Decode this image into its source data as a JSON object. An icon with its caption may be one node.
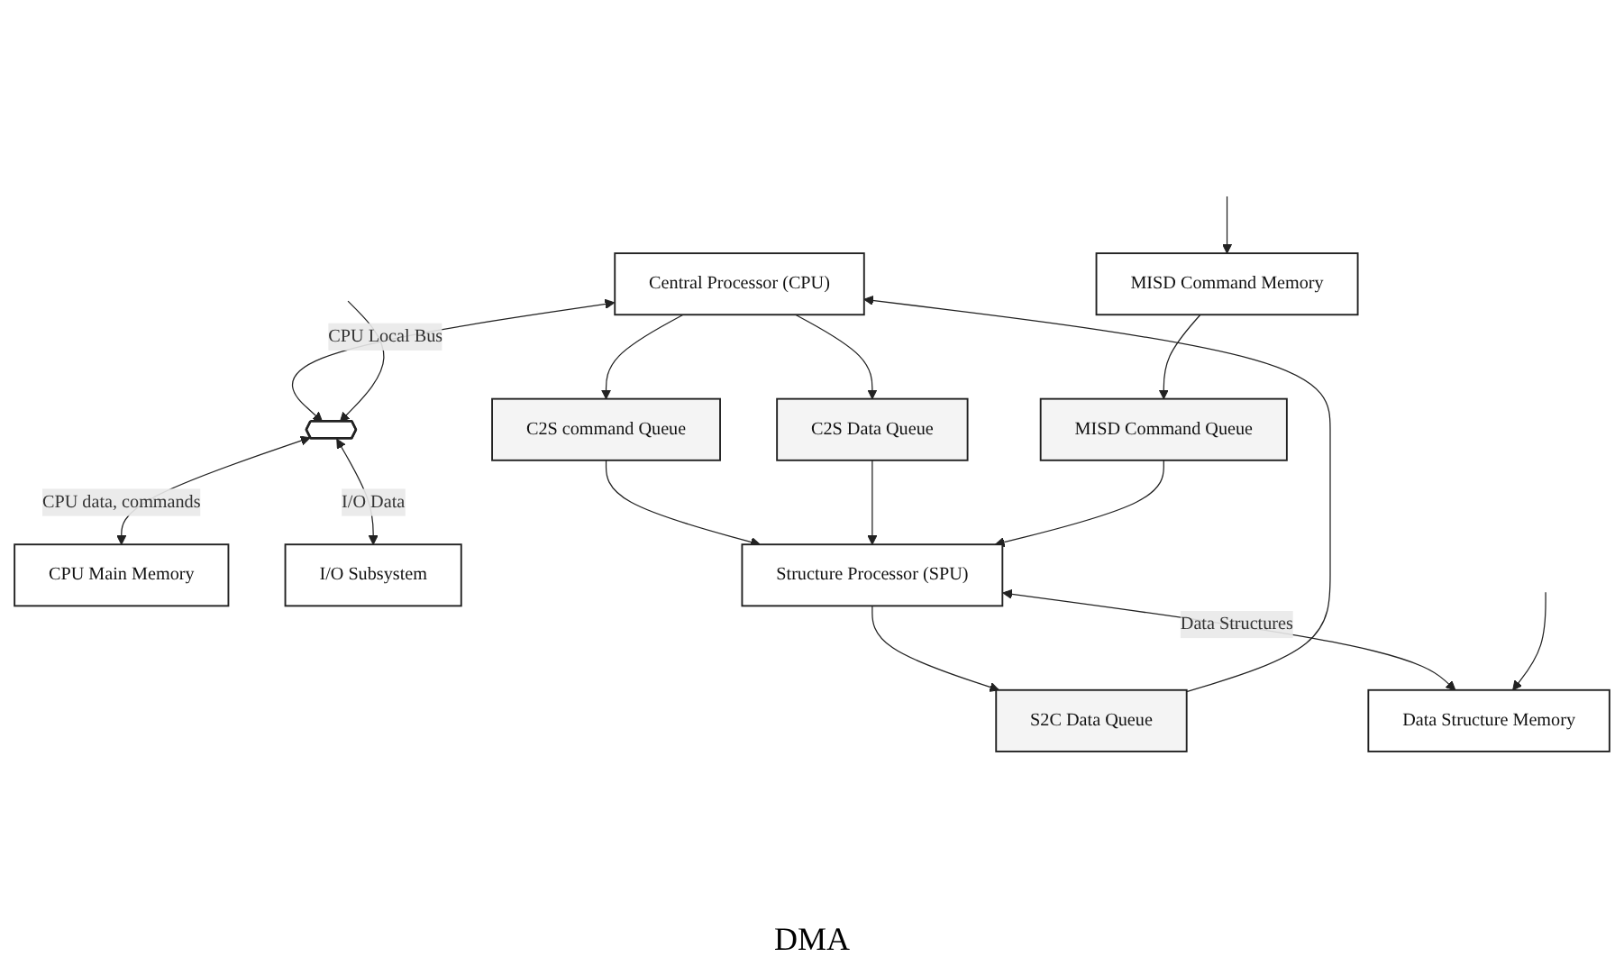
{
  "diagram": {
    "nodes": [
      {
        "text": [
          "Central Processor (CPU)"
        ]
      },
      {
        "text": [
          "Structure Processor (SPU)"
        ]
      },
      {
        "text": [
          "S2C Data Queue"
        ]
      },
      {
        "text": [
          "C2S command Queue"
        ]
      },
      {
        "text": [
          "C2S Data Queue"
        ]
      },
      {
        "text": [
          "MISD Command Queue"
        ]
      },
      {
        "text": [],
        "shape": "bar"
      },
      {
        "text": [
          "CPU Main Memory"
        ]
      },
      {
        "text": [
          "I/O Subsystem"
        ]
      },
      {
        "text": [
          "MISD Command Memory"
        ]
      },
      {
        "text": [
          "Data Structure Memory"
        ]
      }
    ],
    "edges": [
      {
        "from": 1,
        "to": 2,
        "arrow": "to"
      },
      {
        "from": 2,
        "to": 0,
        "arrow": "to"
      },
      {
        "from": 0,
        "to": 3,
        "arrow": "to"
      },
      {
        "from": 3,
        "to": 1,
        "arrow": "to"
      },
      {
        "from": 0,
        "to": 4,
        "arrow": "to"
      },
      {
        "from": 4,
        "to": 1,
        "arrow": "to"
      },
      {
        "from": 0,
        "to": 6,
        "arrow": "both",
        "label": "CPU Local Bus"
      },
      {
        "from": 6,
        "to": 7,
        "arrow": "both",
        "label": "CPU data, commands"
      },
      {
        "from": 6,
        "to": 8,
        "arrow": "both",
        "label": "I/O Data"
      },
      {
        "from": null,
        "to": 6,
        "arrow": "to"
      },
      {
        "from": 9,
        "to": 5,
        "arrow": "to"
      },
      {
        "from": 5,
        "to": 1,
        "arrow": "to"
      },
      {
        "from": 1,
        "to": 10,
        "arrow": "both",
        "label": "Data Structures"
      },
      {
        "from": null,
        "to": 9,
        "arrow": "to"
      },
      {
        "from": null,
        "to": 10,
        "arrow": "to"
      }
    ],
    "labels": [
      "DMA"
    ]
  }
}
